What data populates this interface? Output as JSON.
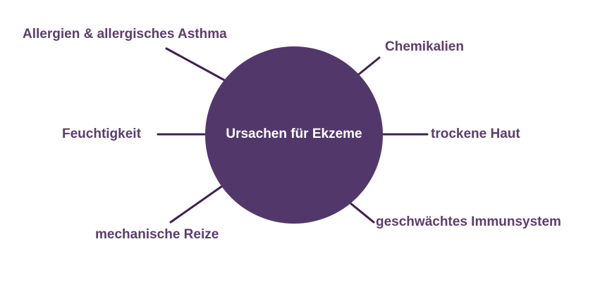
{
  "colors": {
    "circle": "#52386a",
    "line": "#3f1f54",
    "label_text": "#5b3d6e",
    "center_text": "#ffffff"
  },
  "center": {
    "label": "Ursachen für Ekzeme"
  },
  "causes": [
    {
      "id": "allergien",
      "label": "Allergien & allergisches Asthma"
    },
    {
      "id": "chemikalien",
      "label": "Chemikalien"
    },
    {
      "id": "feuchtigkeit",
      "label": "Feuchtigkeit"
    },
    {
      "id": "trockene-haut",
      "label": "trockene Haut"
    },
    {
      "id": "mechanische-reize",
      "label": "mechanische Reize"
    },
    {
      "id": "immunsystem",
      "label": "geschwächtes Immunsystem"
    }
  ]
}
